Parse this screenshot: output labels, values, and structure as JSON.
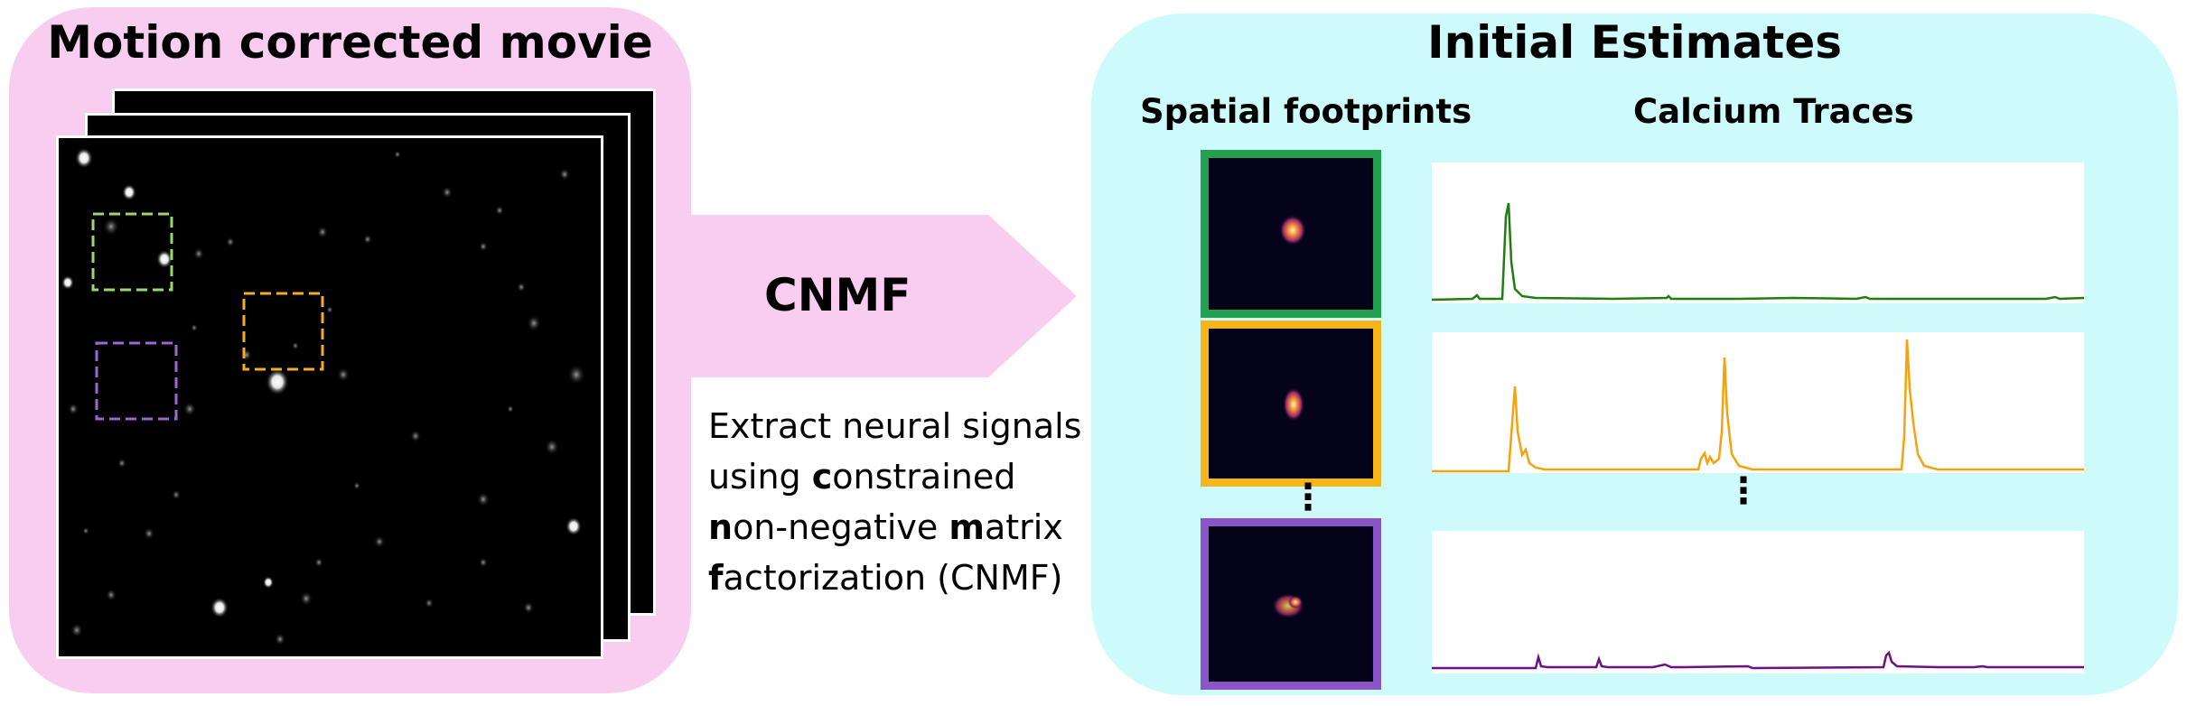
{
  "left_panel": {
    "title": "Motion corrected movie"
  },
  "right_panel": {
    "title": "Initial Estimates",
    "subtitle_spatial": "Spatial footprints",
    "subtitle_calcium": "Calcium Traces"
  },
  "arrow": {
    "label": "CNMF",
    "description_lines": [
      {
        "bold": "",
        "rest": "Extract neural signals"
      },
      {
        "bold": "",
        "rest": "using "
      },
      {
        "bold": "n",
        "rest": "on-negative "
      },
      {
        "bold": "f",
        "rest": "actorization (CNMF)"
      }
    ],
    "line2_bold": "c",
    "line2_rest": "onstrained",
    "line3_bold": "m",
    "line3_rest": "atrix",
    "fill_color": "#f9cdef"
  },
  "components": [
    {
      "color": "#22a050",
      "trace_color": "#1e7e0e"
    },
    {
      "color": "#f7b51c",
      "trace_color": "#f5a20c"
    },
    {
      "color": "#8c55c7",
      "trace_color": "#6e0f86"
    }
  ],
  "roi_boxes": [
    {
      "color": "#9bd86b"
    },
    {
      "color": "#f6ad24"
    },
    {
      "color": "#9f64d6"
    }
  ],
  "ellipsis": "⋮",
  "colors": {
    "left_bg": "#f9cdef",
    "right_bg": "#cdfbfb"
  }
}
